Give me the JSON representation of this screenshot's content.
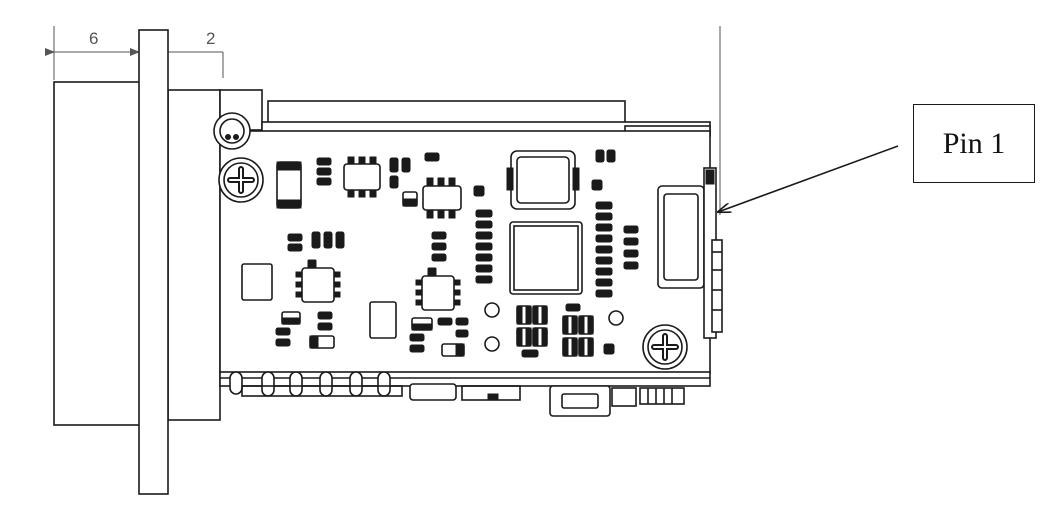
{
  "dimensions": {
    "left": "6",
    "right": "2"
  },
  "callout": {
    "label": "Pin 1"
  }
}
